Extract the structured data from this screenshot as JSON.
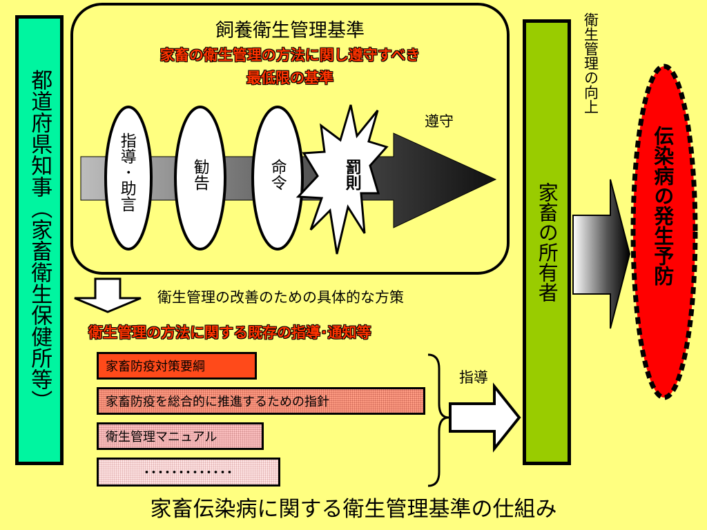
{
  "title": "家畜伝染病に関する衛生管理基準の仕組み",
  "left_box": {
    "label": "都道府県知事（家畜衛生保健所等）"
  },
  "standard": {
    "title": "飼養衛生管理基準",
    "subtitle_line1": "家畜の衛生管理の方法に関し遵守すべき",
    "subtitle_line2": "最低限の基準",
    "steps": [
      "指導･助言",
      "勧告",
      "命令",
      "罰則"
    ],
    "arrow_label": "遵守"
  },
  "owner_box": {
    "label": "家畜の所有者"
  },
  "hygiene_improvement": "衛生管理の向上",
  "outcome": {
    "label": "伝染病の発生予防"
  },
  "measures_label": "衛生管理の改善のための具体的な方策",
  "existing_label": "衛生管理の方法に関する既存の指導･通知等",
  "guidelines": [
    "家畜防疫対策要綱",
    "家畜防疫を総合的に推進するための指針",
    "衛生管理マニュアル",
    "･････････････"
  ],
  "guidance_label": "指導",
  "colors": {
    "background": "#FFFF80",
    "prefecture_box": "#00F5A0",
    "owner_box": "#99CC00",
    "outcome_oval": "#FF0000",
    "emphasis_text": "#FF3300"
  }
}
